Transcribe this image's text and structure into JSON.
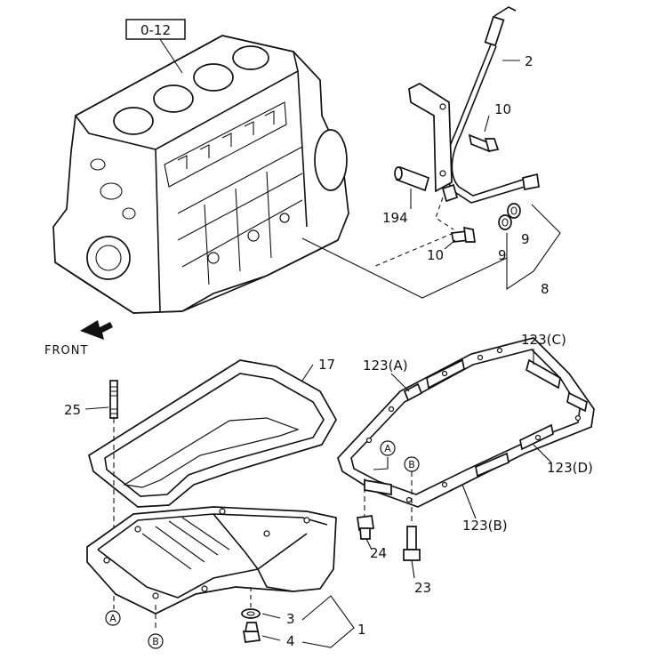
{
  "figure": {
    "ref_box": "0-12",
    "front_label": "FRONT",
    "callouts": {
      "c1": "1",
      "c2": "2",
      "c3": "3",
      "c4": "4",
      "c8": "8",
      "c9a": "9",
      "c9b": "9",
      "c10a": "10",
      "c10b": "10",
      "c17": "17",
      "c23": "23",
      "c24": "24",
      "c25": "25",
      "c194": "194",
      "c123a": "123(A)",
      "c123b": "123(B)",
      "c123c": "123(C)",
      "c123d": "123(D)"
    },
    "circled": {
      "a_left": "A",
      "b_left": "B",
      "a_right": "A",
      "b_right": "B"
    }
  }
}
